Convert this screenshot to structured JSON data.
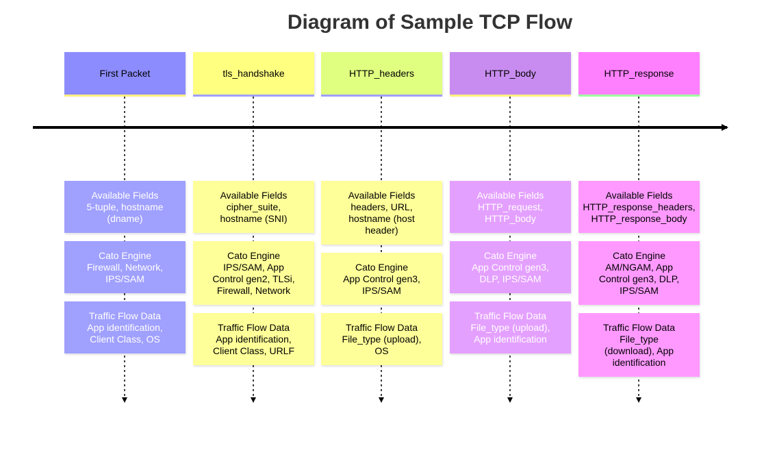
{
  "title": "Diagram of Sample TCP Flow",
  "colors": {
    "first_packet": "#8c8cff",
    "first_packet_event": "#a0a0ff",
    "tls_handshake": "#ffff80",
    "tls_handshake_event": "#ffff99",
    "http_headers": "#e0ff80",
    "http_headers_event": "#ffff99",
    "http_body": "#c88cf0",
    "http_body_event": "#e4a0ff",
    "http_response": "#ff80ff",
    "http_response_event": "#ff99ff",
    "timeline": "#000000"
  },
  "periods": [
    {
      "label": "First Packet",
      "events": [
        [
          "Available Fields",
          "5-tuple, hostname",
          "(dname)"
        ],
        [
          "Cato Engine",
          "Firewall, Network,",
          "IPS/SAM"
        ],
        [
          "Traffic Flow Data",
          "App identification,",
          "Client Class, OS"
        ]
      ]
    },
    {
      "label": "tls_handshake",
      "events": [
        [
          "Available Fields",
          "cipher_suite,",
          "hostname (SNI)"
        ],
        [
          "Cato Engine",
          "IPS/SAM, App",
          "Control gen2, TLSi,",
          "Firewall, Network"
        ],
        [
          "Traffic Flow Data",
          "App identification,",
          "Client Class, URLF"
        ]
      ]
    },
    {
      "label": "HTTP_headers",
      "events": [
        [
          "Available Fields",
          "headers, URL,",
          "hostname (host",
          "header)"
        ],
        [
          "Cato Engine",
          "App Control gen3,",
          "IPS/SAM"
        ],
        [
          "Traffic Flow Data",
          "File_type (upload),",
          "OS"
        ]
      ]
    },
    {
      "label": "HTTP_body",
      "events": [
        [
          "Available Fields",
          "HTTP_request,",
          "HTTP_body"
        ],
        [
          "Cato Engine",
          "App Control gen3,",
          "DLP, IPS/SAM"
        ],
        [
          "Traffic Flow Data",
          "File_type (upload),",
          "App identification"
        ]
      ]
    },
    {
      "label": "HTTP_response",
      "events": [
        [
          "Available Fields",
          "HTTP_response_headers,",
          "HTTP_response_body"
        ],
        [
          "Cato Engine",
          "AM/NGAM, App",
          "Control gen3, DLP,",
          "IPS/SAM"
        ],
        [
          "Traffic Flow Data",
          "File_type",
          "(download), App",
          "identification"
        ]
      ]
    }
  ]
}
